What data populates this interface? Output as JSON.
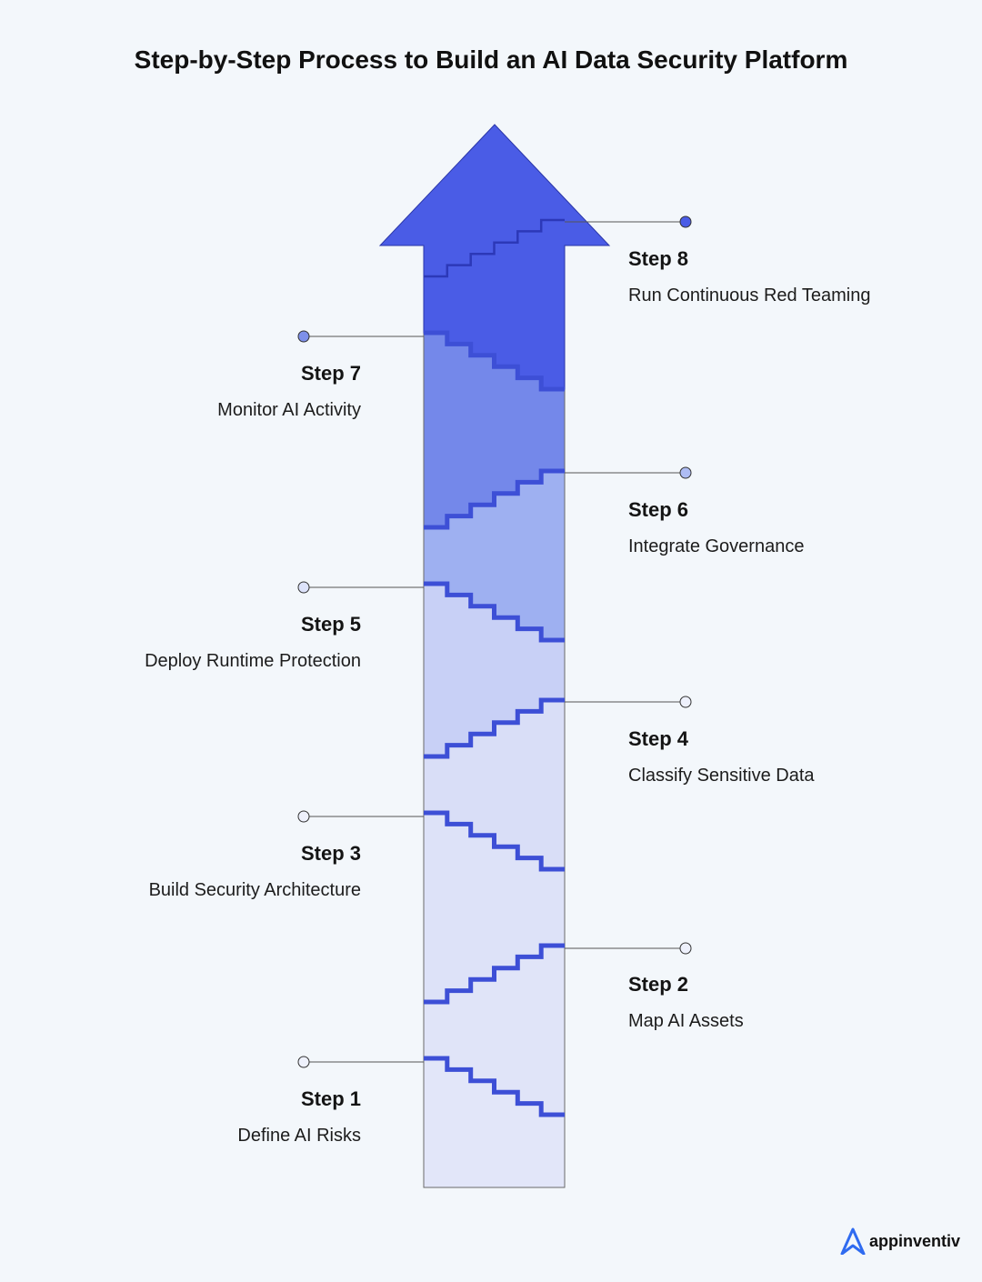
{
  "title": "Step-by-Step Process to Build an AI Data Security Platform",
  "colors": {
    "arrow_head": "#4a5ce6",
    "stair_line": "#3d4fd6",
    "dot_stroke": "#333333",
    "step_fills": [
      "#e2e6f9",
      "#e0e4f8",
      "#dde2f8",
      "#d9def7",
      "#c8d0f6",
      "#9eb0f1",
      "#7488ea",
      "#4a5ce6"
    ]
  },
  "steps": [
    {
      "name": "Step 1",
      "desc": "Define AI Risks",
      "side": "left"
    },
    {
      "name": "Step 2",
      "desc": "Map AI Assets",
      "side": "right"
    },
    {
      "name": "Step 3",
      "desc": "Build Security Architecture",
      "side": "left"
    },
    {
      "name": "Step 4",
      "desc": "Classify Sensitive Data",
      "side": "right"
    },
    {
      "name": "Step 5",
      "desc": "Deploy Runtime Protection",
      "side": "left"
    },
    {
      "name": "Step 6",
      "desc": "Integrate Governance",
      "side": "right"
    },
    {
      "name": "Step 7",
      "desc": "Monitor AI Activity",
      "side": "left"
    },
    {
      "name": "Step 8",
      "desc": "Run Continuous Red Teaming",
      "side": "right"
    }
  ],
  "brand": {
    "name": "appinventiv",
    "icon": "appinventiv-logo-icon"
  }
}
